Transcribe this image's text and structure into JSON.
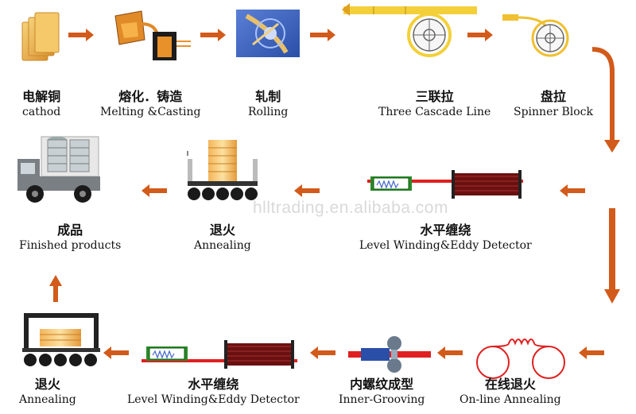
{
  "colors": {
    "arrow": "#d25a1a",
    "arrow_dark": "#b34a0f",
    "copper": "#e5a240",
    "coil": "#8a1f1f",
    "rail": "#e02020",
    "roller": "#1a1a1a"
  },
  "watermark": "hlltrading.en.alibaba.com",
  "steps": [
    {
      "id": "cathod",
      "zh": "电解铜",
      "en": "cathod",
      "icon": "copper-cathode-icon"
    },
    {
      "id": "melting",
      "zh": "熔化．铸造",
      "en": "Melting &Casting",
      "icon": "ladle-casting-icon"
    },
    {
      "id": "rolling",
      "zh": "轧制",
      "en": "Rolling",
      "icon": "rolling-mill-icon"
    },
    {
      "id": "cascade",
      "zh": "三联拉",
      "en": "Three Cascade Line",
      "icon": "cascade-drawing-icon"
    },
    {
      "id": "spinner",
      "zh": "盘拉",
      "en": "Spinner Block",
      "icon": "spinner-block-icon"
    },
    {
      "id": "winding1",
      "zh": "水平缠绕",
      "en": "Level Winding&Eddy Detector",
      "icon": "level-winding-icon"
    },
    {
      "id": "annealing1",
      "zh": "退火",
      "en": "Annealing",
      "icon": "annealing-furnace-icon"
    },
    {
      "id": "finished",
      "zh": "成品",
      "en": "Finished products",
      "icon": "delivery-truck-icon"
    },
    {
      "id": "online",
      "zh": "在线退火",
      "en": "On-line Annealing",
      "icon": "online-annealing-coil-icon"
    },
    {
      "id": "grooving",
      "zh": "内螺纹成型",
      "en": "Inner-Grooving",
      "icon": "inner-grooving-icon"
    },
    {
      "id": "winding2",
      "zh": "水平缠绕",
      "en": "Level Winding&Eddy Detector",
      "icon": "level-winding-icon"
    },
    {
      "id": "annealing2",
      "zh": "退火",
      "en": "Annealing",
      "icon": "annealing-furnace-icon"
    }
  ]
}
